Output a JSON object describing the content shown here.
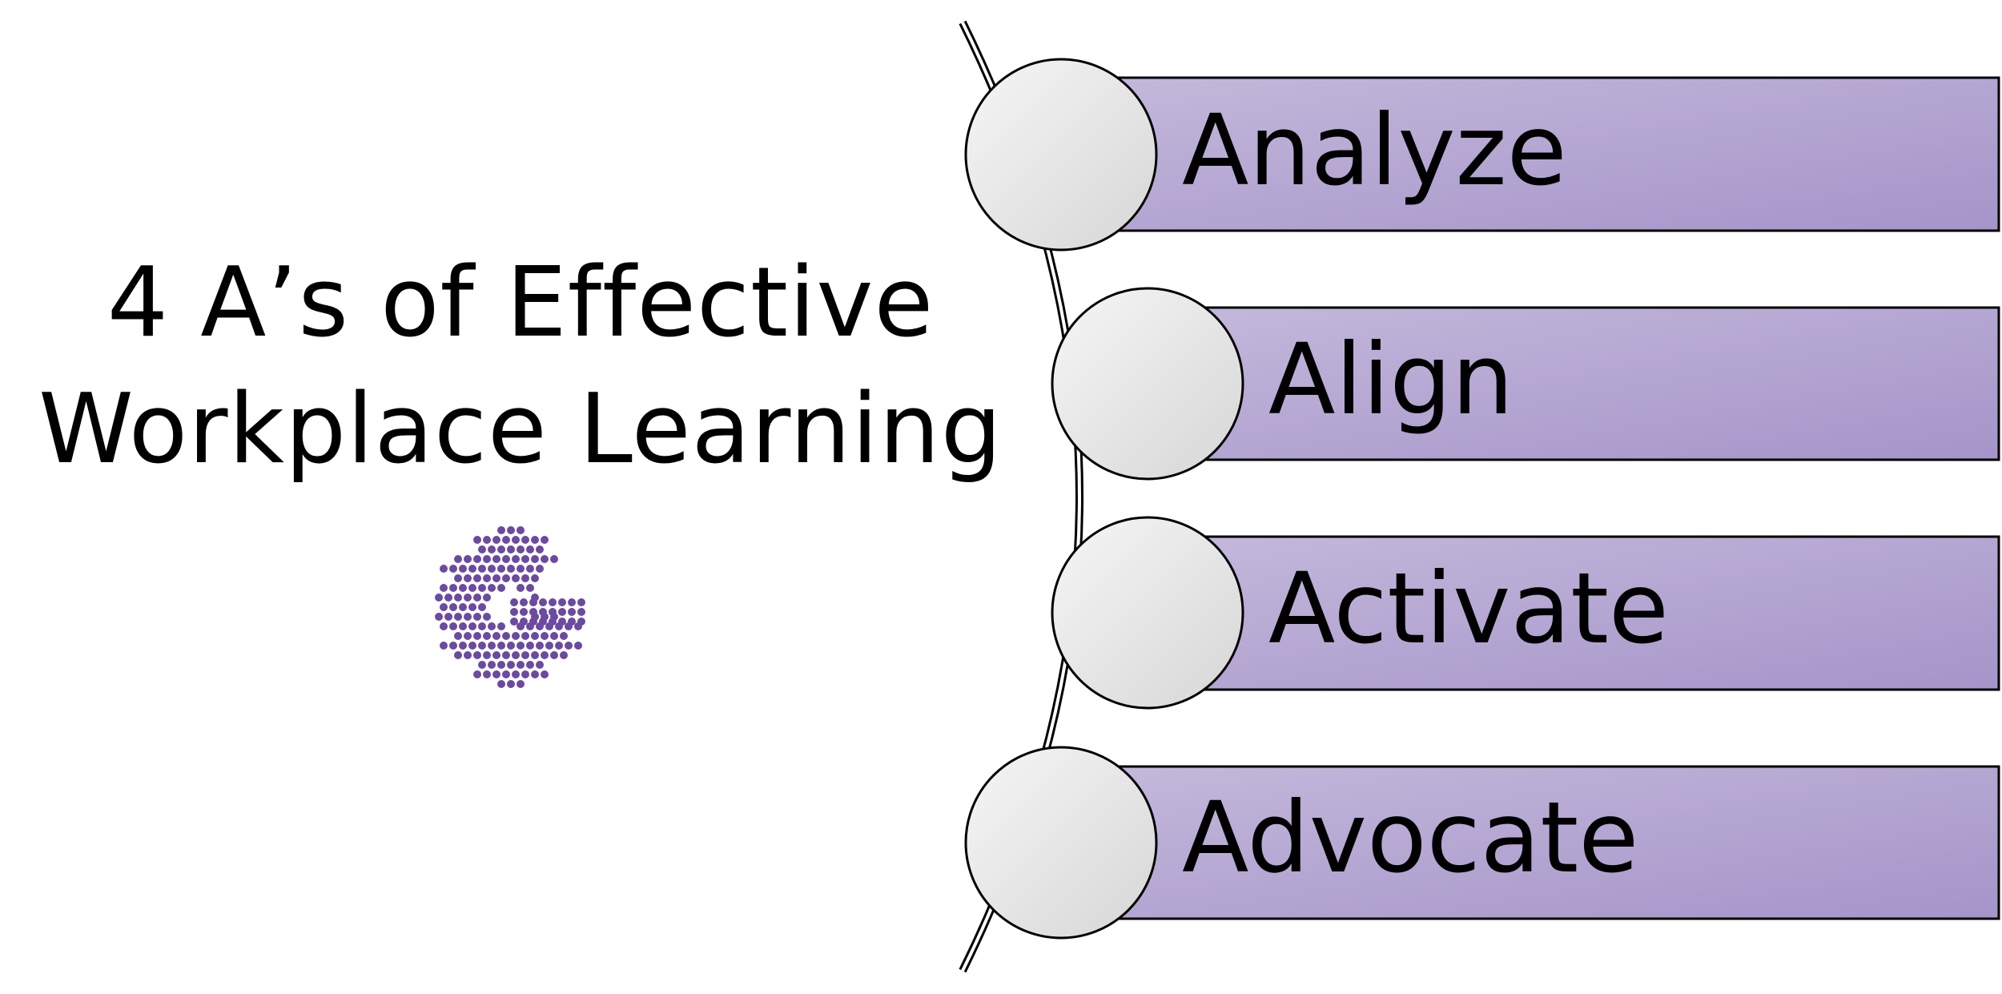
{
  "title": {
    "line1": "4 A’s of Effective",
    "line2": "Workplace Learning"
  },
  "logo": {
    "icon": "dotted-g-logo-icon",
    "color": "#6b4aa0"
  },
  "steps": [
    {
      "label": "Analyze"
    },
    {
      "label": "Align"
    },
    {
      "label": "Activate"
    },
    {
      "label": "Advocate"
    }
  ],
  "colors": {
    "bar_light": "#c4b9db",
    "bar_dark": "#a594c9",
    "circle_light": "#f4f4f4",
    "circle_dark": "#d9d9d9",
    "outline": "#000000"
  }
}
